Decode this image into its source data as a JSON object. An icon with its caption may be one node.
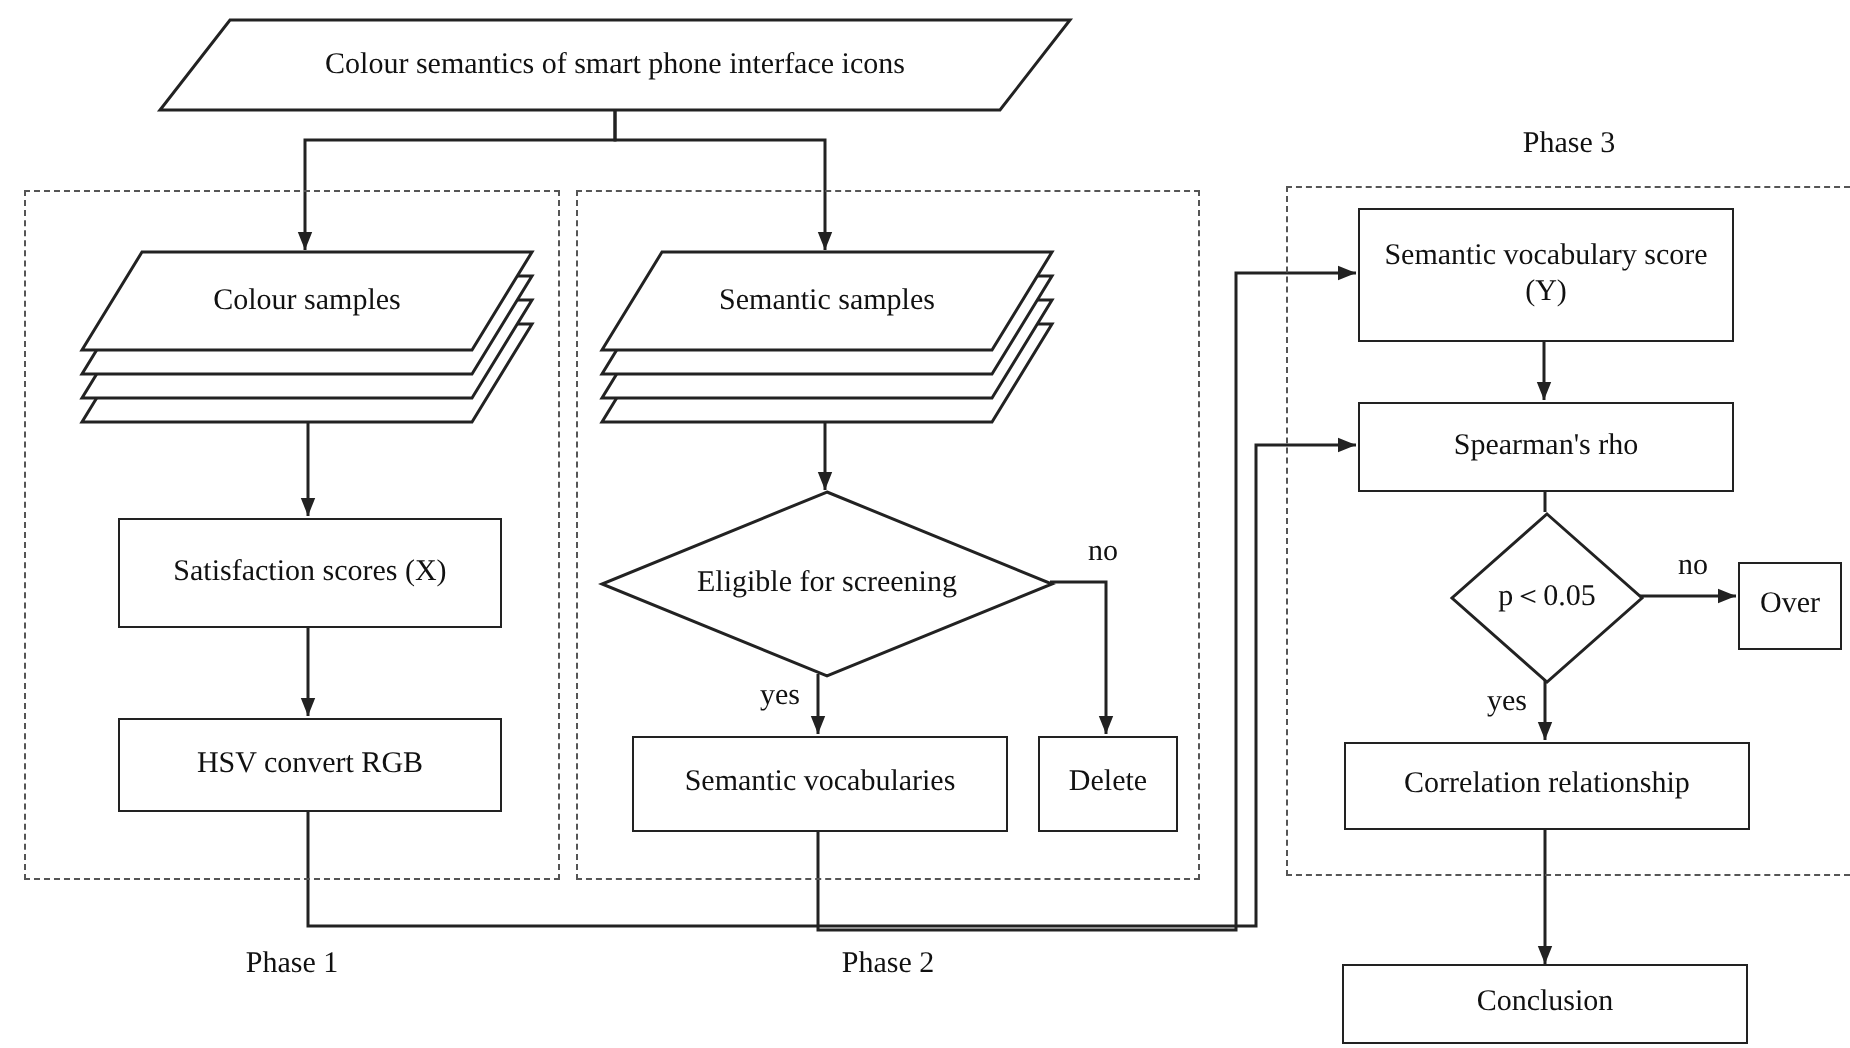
{
  "diagram": {
    "nodes": [
      {
        "text": [
          "Colour semantics of smart phone interface icons"
        ]
      },
      {
        "text": [
          "Phase 1"
        ]
      },
      {
        "text": [
          "Colour samples"
        ],
        "in": 1
      },
      {
        "text": [
          "Satisfaction scores (X)"
        ],
        "in": 1
      },
      {
        "text": [
          "HSV convert RGB"
        ],
        "in": 1
      },
      {
        "text": [
          "Phase 2"
        ]
      },
      {
        "text": [
          "Semantic samples"
        ],
        "in": 5
      },
      {
        "text": [
          "Eligible for screening"
        ],
        "in": 5
      },
      {
        "text": [
          "Semantic vocabularies"
        ],
        "in": 5
      },
      {
        "text": [
          "Delete"
        ],
        "in": 5
      },
      {
        "text": [
          "Phase 3"
        ]
      },
      {
        "text": [
          "Semantic vocabulary score (Y)"
        ],
        "in": 10
      },
      {
        "text": [
          "Spearman's rho"
        ],
        "in": 10
      },
      {
        "text": [
          "p＜0.05"
        ],
        "in": 10
      },
      {
        "text": [
          "Over"
        ],
        "in": 10
      },
      {
        "text": [
          "Correlation relationship"
        ],
        "in": 10
      },
      {
        "text": [
          "Conclusion"
        ]
      }
    ],
    "edges": [
      {
        "from": 0,
        "to": 2,
        "arrow": "to"
      },
      {
        "from": 0,
        "to": 6,
        "arrow": "to"
      },
      {
        "from": 2,
        "to": 3,
        "arrow": "to"
      },
      {
        "from": 3,
        "to": 4,
        "arrow": "to"
      },
      {
        "from": 6,
        "to": 7,
        "arrow": "to"
      },
      {
        "from": 7,
        "to": 8,
        "arrow": "to",
        "label": "yes"
      },
      {
        "from": 7,
        "to": 9,
        "arrow": "to",
        "label": "no"
      },
      {
        "from": 4,
        "to": 12,
        "arrow": "to"
      },
      {
        "from": 8,
        "to": 11,
        "arrow": "to"
      },
      {
        "from": 11,
        "to": 12,
        "arrow": "to"
      },
      {
        "from": 12,
        "to": 13,
        "arrow": "none"
      },
      {
        "from": 13,
        "to": 14,
        "arrow": "to",
        "label": "no"
      },
      {
        "from": 13,
        "to": 15,
        "arrow": "to",
        "label": "yes"
      },
      {
        "from": 15,
        "to": 16,
        "arrow": "to"
      }
    ]
  }
}
